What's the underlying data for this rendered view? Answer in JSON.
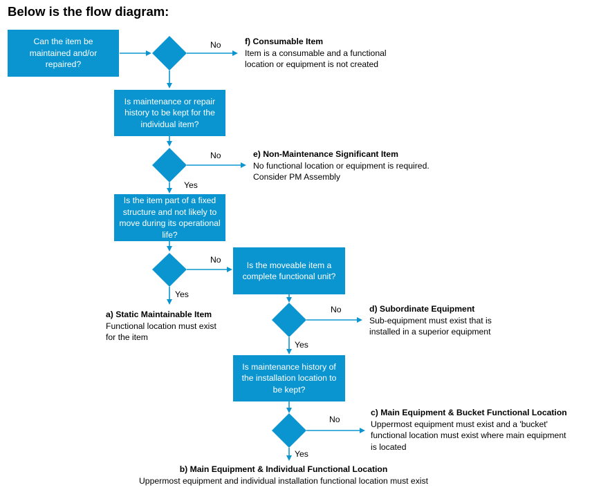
{
  "heading": "Below is the flow diagram:",
  "questions": {
    "q1": "Can the item be maintained and/or repaired?",
    "q2": "Is maintenance or repair history to be kept for the individual item?",
    "q3": "Is the item part of a fixed structure and not likely to move during its operational life?",
    "q4": "Is the moveable item a complete functional unit?",
    "q5": "Is maintenance history of the installation location to be kept?"
  },
  "outcomes": {
    "f": {
      "title": "f) Consumable Item",
      "desc": "Item is a consumable and a functional\nlocation or equipment is not created"
    },
    "e": {
      "title": "e) Non-Maintenance Significant Item",
      "desc": "No functional location or equipment is required.\nConsider PM Assembly"
    },
    "a": {
      "title": "a) Static Maintainable Item",
      "desc": "Functional location must exist\nfor the item"
    },
    "d": {
      "title": "d) Subordinate Equipment",
      "desc": "Sub-equipment must exist that is\ninstalled in a superior equipment"
    },
    "c": {
      "title": "c) Main Equipment & Bucket Functional Location",
      "desc": "Uppermost equipment must exist and a 'bucket'\nfunctional location must exist where main equipment\nis located"
    },
    "b": {
      "title": "b) Main Equipment & Individual Functional Location",
      "desc": "Uppermost equipment and individual installation functional location must exist"
    }
  },
  "labels": {
    "no": "No",
    "yes": "Yes"
  },
  "colors": {
    "accent": "#0b95d0"
  }
}
